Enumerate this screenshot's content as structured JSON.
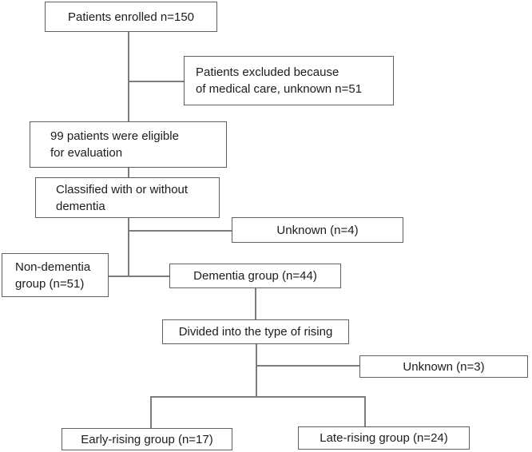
{
  "diagram": {
    "type": "flowchart",
    "description": "Patient enrollment and classification flow diagram",
    "boxes": {
      "enrolled": {
        "label": "Patients enrolled n=150"
      },
      "excluded": {
        "label": "Patients excluded because\nof medical care, unknown n=51"
      },
      "eligible": {
        "label": "99 patients were eligible\nfor evaluation"
      },
      "classified": {
        "label": "Classified with or without\ndementia"
      },
      "unknown_dementia": {
        "label": "Unknown (n=4)"
      },
      "non_dementia": {
        "label": "Non-dementia\ngroup (n=51)"
      },
      "dementia": {
        "label": "Dementia group (n=44)"
      },
      "divided": {
        "label": "Divided into the type of rising"
      },
      "unknown_rising": {
        "label": "Unknown (n=3)"
      },
      "early_rising": {
        "label": "Early-rising group (n=17)"
      },
      "late_rising": {
        "label": "Late-rising group (n=24)"
      }
    },
    "colors": {
      "background": "#ffffff",
      "box_border": "#5f5f5f",
      "connector_line": "#7d7d7d",
      "text": "#1c1c1c"
    }
  }
}
